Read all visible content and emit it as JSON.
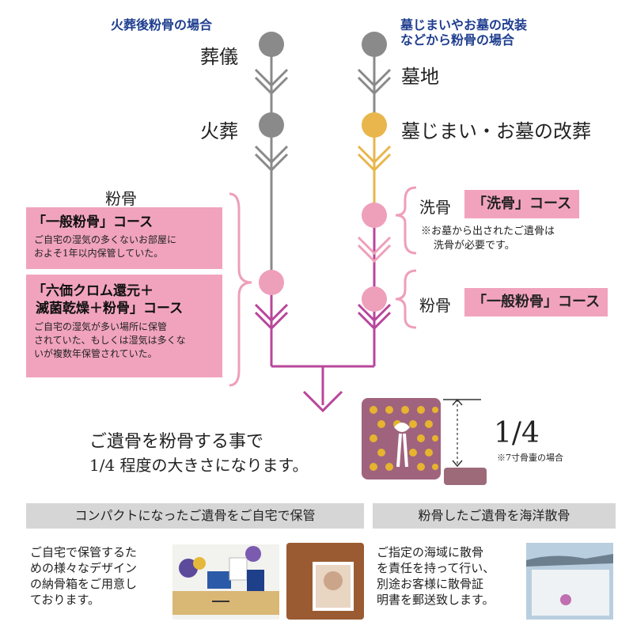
{
  "left_route": {
    "title": "火葬後粉骨の場合",
    "stages": [
      "葬儀",
      "火葬"
    ],
    "funkotsu_label": "粉骨"
  },
  "right_route": {
    "title_line1": "墓じまいやお墓の改装",
    "title_line2": "などから粉骨の場合",
    "stages": [
      "墓地",
      "墓じまい・お墓の改葬"
    ]
  },
  "left_courses": [
    {
      "title": "「一般粉骨」コース",
      "desc_line1": "ご自宅の湿気の多くないお部屋に",
      "desc_line2": "およそ1年以内保管していた。"
    },
    {
      "title_line1": "「六価クロム還元＋",
      "title_line2": "滅菌乾燥＋粉骨」コース",
      "desc_line1": "ご自宅の湿気が多い場所に保管",
      "desc_line2": "されていた、もしくは湿気は多くな",
      "desc_line3": "いが複数年保管されていた。"
    }
  ],
  "right_courses": {
    "senkotsu_label": "洗骨",
    "senkotsu_course": "「洗骨」コース",
    "senkotsu_note_line1": "※お墓から出されたご遺骨は",
    "senkotsu_note_line2": "洗骨が必要です。",
    "funkotsu_label": "粉骨",
    "funkotsu_course": "「一般粉骨」コース"
  },
  "result": {
    "line1": "ご遺骨を粉骨する事で",
    "line2": "1/4 程度の大きさになります。",
    "ratio": "1/4",
    "ratio_note": "※7寸骨壷の場合"
  },
  "bottom_left": {
    "header": "コンパクトになったご遺骨をご自宅で保管",
    "text_line1": "ご自宅で保管するた",
    "text_line2": "めの様々なデザイン",
    "text_line3": "の納骨箱をご用意し",
    "text_line4": "ております。"
  },
  "bottom_right": {
    "header": "粉骨したご遺骨を海洋散骨",
    "text_line1": "ご指定の海域に散骨",
    "text_line2": "を責任を持って行い、",
    "text_line3": "別途お客様に散骨証",
    "text_line4": "明書を郵送致します。"
  },
  "colors": {
    "gray_node": "#8a8a8a",
    "gold_node": "#e8b64c",
    "pink_node": "#ee9fba",
    "purple_line": "#b8469b",
    "pink_box": "#f1a3bd"
  }
}
